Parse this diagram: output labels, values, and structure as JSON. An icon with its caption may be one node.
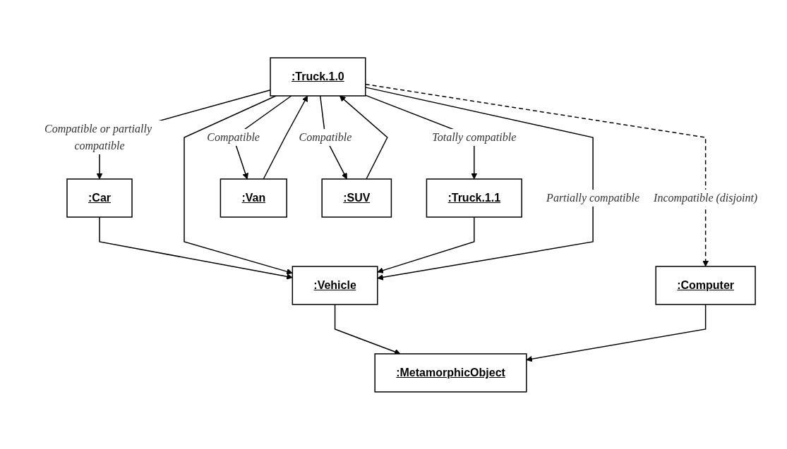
{
  "diagram": {
    "nodes": [
      {
        "text": [
          ":MetamorphicObject"
        ]
      },
      {
        "text": [
          ":Vehicle"
        ]
      },
      {
        "text": [
          ":Computer"
        ]
      },
      {
        "text": [
          ":Car"
        ]
      },
      {
        "text": [
          ":Truck.1.0"
        ]
      },
      {
        "text": [
          ":Truck.1.1"
        ]
      },
      {
        "text": [
          ":Van"
        ]
      },
      {
        "text": [
          ":SUV"
        ]
      }
    ],
    "edges": [
      {
        "from": 1,
        "to": 0,
        "arrow": "to"
      },
      {
        "from": 2,
        "to": 0,
        "arrow": "to"
      },
      {
        "from": 3,
        "to": 1,
        "arrow": "to"
      },
      {
        "from": 4,
        "to": 1,
        "arrow": "to"
      },
      {
        "from": 5,
        "to": 1,
        "arrow": "to"
      },
      {
        "from": 6,
        "to": 4,
        "arrow": "to"
      },
      {
        "from": 7,
        "to": 4,
        "arrow": "to"
      },
      {
        "from": 4,
        "to": 1,
        "arrow": "to",
        "label": "Partially compatible"
      },
      {
        "from": 4,
        "to": 2,
        "arrow": "to",
        "label": "Incompatible (disjoint)",
        "style": "dashed"
      },
      {
        "from": 4,
        "to": 3,
        "arrow": "to",
        "label": "Compatible or partially compatible"
      },
      {
        "from": 4,
        "to": 5,
        "arrow": "to",
        "label": "Totally compatible"
      },
      {
        "from": 4,
        "to": 6,
        "arrow": "to",
        "label": "Compatible"
      },
      {
        "from": 4,
        "to": 7,
        "arrow": "to",
        "label": "Compatible"
      }
    ]
  }
}
